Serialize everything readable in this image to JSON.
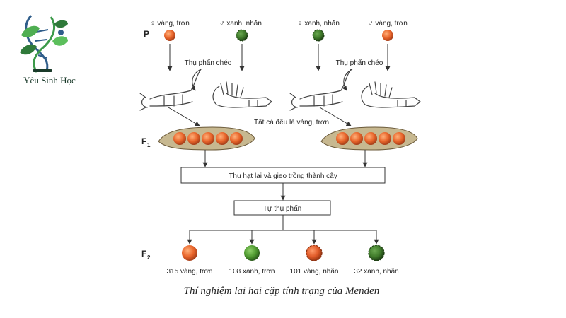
{
  "logo": {
    "text": "Yêu Sinh Học"
  },
  "generations": {
    "p": "P",
    "f1_letter": "F",
    "f1_sub": "1",
    "f2_letter": "F",
    "f2_sub": "2"
  },
  "parents": {
    "left_female": "♀ vàng, trơn",
    "left_male": "♂ xanh, nhăn",
    "right_female": "♀ xanh, nhăn",
    "right_male": "♂ vàng, trơn"
  },
  "labels": {
    "cross_left": "Thụ phấn chéo",
    "cross_right": "Thụ phấn chéo",
    "f1_note": "Tất cả đều là vàng, trơn",
    "box_grow": "Thu hạt lai và gieo trồng thành cây",
    "box_self": "Tự thụ phấn"
  },
  "f2": [
    {
      "label": "315 vàng, trơn",
      "color": "#e8642a",
      "wrinkled": false
    },
    {
      "label": "108 xanh, trơn",
      "color": "#4f9a30",
      "wrinkled": false
    },
    {
      "label": "101 vàng, nhăn",
      "color": "#e05a28",
      "wrinkled": true
    },
    {
      "label": "32 xanh, nhăn",
      "color": "#3f7a2a",
      "wrinkled": true
    }
  ],
  "colors": {
    "yellow_seed": "#e8642a",
    "green_seed": "#3f7a2a",
    "line": "#333333"
  },
  "caption": "Thí nghiệm lai hai cặp tính trạng của Menđen"
}
